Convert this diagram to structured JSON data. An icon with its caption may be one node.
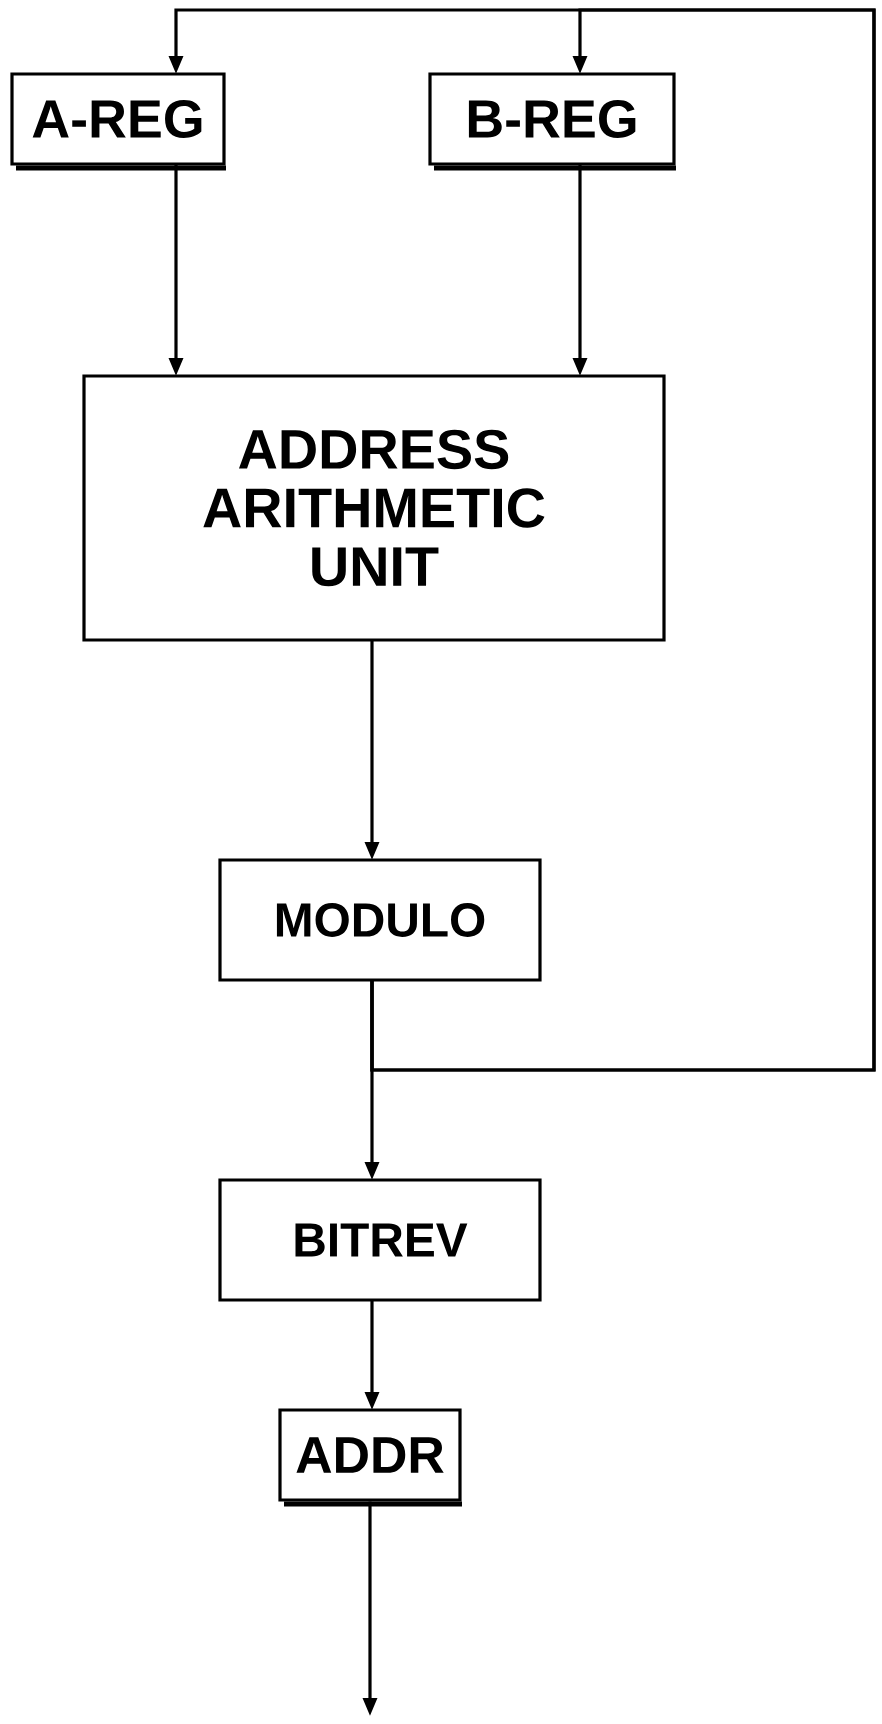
{
  "diagram": {
    "nodes": [
      {
        "text": [
          "A-REG"
        ]
      },
      {
        "text": [
          "B-REG"
        ]
      },
      {
        "text": [
          "ADDRESS ARITHMETIC UNIT"
        ]
      },
      {
        "text": [
          "MODULO"
        ]
      },
      {
        "text": [
          "BITREV"
        ]
      },
      {
        "text": [
          "ADDR"
        ]
      }
    ],
    "edges": [
      {
        "from": 0,
        "to": 2,
        "arrow": "to"
      },
      {
        "from": 1,
        "to": 2,
        "arrow": "to"
      },
      {
        "from": 2,
        "to": 3,
        "arrow": "to"
      },
      {
        "from": 3,
        "to": 4,
        "arrow": "to"
      },
      {
        "from": 3,
        "to": 0,
        "arrow": "to"
      },
      {
        "from": 3,
        "to": 1,
        "arrow": "to"
      },
      {
        "from": 4,
        "to": 5,
        "arrow": "to"
      },
      {
        "from": 5,
        "to": null,
        "arrow": "to"
      }
    ]
  }
}
